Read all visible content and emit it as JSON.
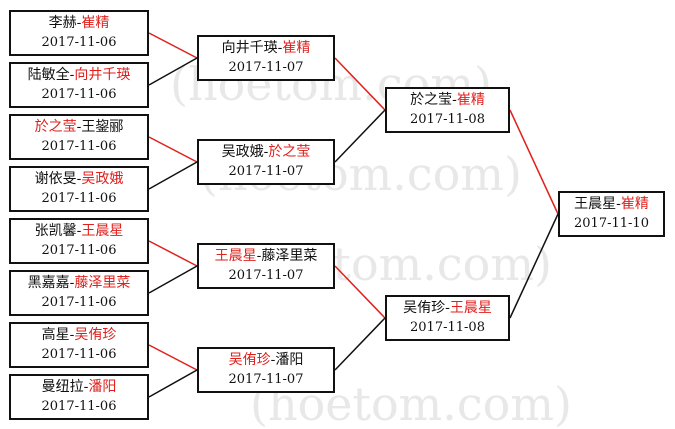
{
  "watermark": "(hoetom.com)",
  "matches": [
    {
      "id": "r1m1",
      "p1": "李赫",
      "p2": "崔精",
      "winner": 2,
      "date": "2017-11-06"
    },
    {
      "id": "r1m2",
      "p1": "陆敏全",
      "p2": "向井千瑛",
      "winner": 2,
      "date": "2017-11-06"
    },
    {
      "id": "r1m3",
      "p1": "於之莹",
      "p2": "王鋆郦",
      "winner": 1,
      "date": "2017-11-06"
    },
    {
      "id": "r1m4",
      "p1": "谢依旻",
      "p2": "吴政娥",
      "winner": 2,
      "date": "2017-11-06"
    },
    {
      "id": "r1m5",
      "p1": "张凯馨",
      "p2": "王晨星",
      "winner": 2,
      "date": "2017-11-06"
    },
    {
      "id": "r1m6",
      "p1": "黑嘉嘉",
      "p2": "藤泽里菜",
      "winner": 2,
      "date": "2017-11-06"
    },
    {
      "id": "r1m7",
      "p1": "高星",
      "p2": "吴侑珍",
      "winner": 2,
      "date": "2017-11-06"
    },
    {
      "id": "r1m8",
      "p1": "曼纽拉",
      "p2": "潘阳",
      "winner": 2,
      "date": "2017-11-06"
    },
    {
      "id": "r2m1",
      "p1": "向井千瑛",
      "p2": "崔精",
      "winner": 2,
      "date": "2017-11-07"
    },
    {
      "id": "r2m2",
      "p1": "吴政娥",
      "p2": "於之莹",
      "winner": 2,
      "date": "2017-11-07"
    },
    {
      "id": "r2m3",
      "p1": "王晨星",
      "p2": "藤泽里菜",
      "winner": 1,
      "date": "2017-11-07"
    },
    {
      "id": "r2m4",
      "p1": "吴侑珍",
      "p2": "潘阳",
      "winner": 1,
      "date": "2017-11-07"
    },
    {
      "id": "r3m1",
      "p1": "於之莹",
      "p2": "崔精",
      "winner": 2,
      "date": "2017-11-08"
    },
    {
      "id": "r3m2",
      "p1": "吴侑珍",
      "p2": "王晨星",
      "winner": 2,
      "date": "2017-11-08"
    },
    {
      "id": "final",
      "p1": "王晨星",
      "p2": "崔精",
      "winner": 2,
      "date": "2017-11-10"
    }
  ],
  "colors": {
    "winner": "#e0201c",
    "loser": "#111111",
    "winner_line": "#e0201c",
    "loser_line": "#111111"
  }
}
